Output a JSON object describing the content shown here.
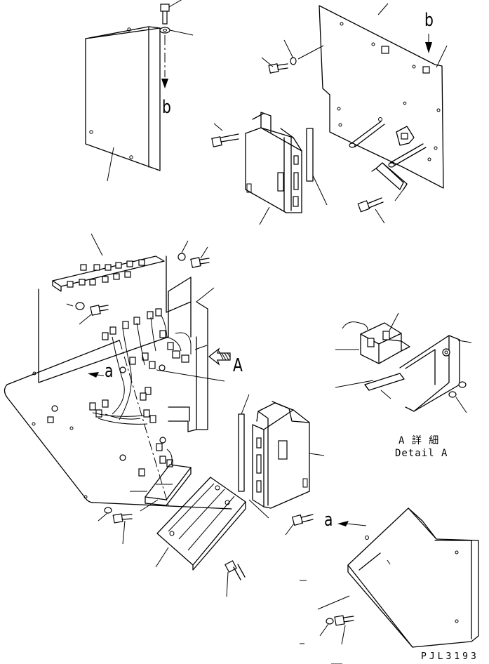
{
  "labels": {
    "b_top": "b",
    "b_panel": "b",
    "a_left": "a",
    "a_right": "a",
    "A_view": "A",
    "detail_jp": "A 詳 細",
    "detail_en": "Detail A",
    "drawing_code": "PJL3193"
  },
  "icons": {
    "view_arrow": "bold-arrow-icon",
    "bolt": "bolt-icon",
    "washer": "washer-icon"
  }
}
